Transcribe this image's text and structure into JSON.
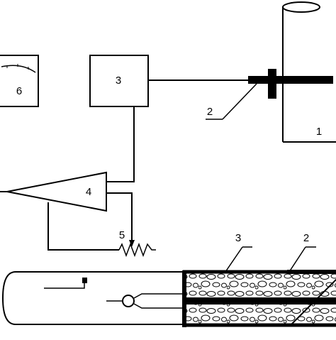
{
  "labels": {
    "lbl_1": "1",
    "lbl_2": "2",
    "lbl_3": "3",
    "lbl_4": "4",
    "lbl_5": "5",
    "lbl_6": "6",
    "lbl_bottom_2": "2",
    "lbl_bottom_3": "3"
  },
  "colors": {
    "line": "#000000",
    "background": "#ffffff",
    "fill_light": "#f2f2f2"
  }
}
